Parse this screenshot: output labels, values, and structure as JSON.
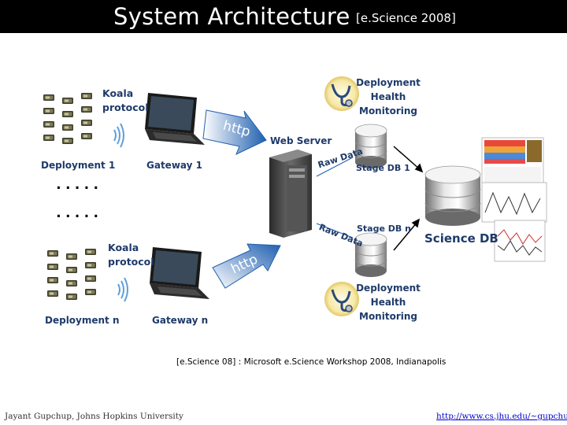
{
  "title": {
    "main": "System Architecture",
    "sub": "[e.Science 2008]"
  },
  "deployment_top": {
    "protocol": "Koala\nprotocol",
    "deployment_label": "Deployment 1",
    "gateway_label": "Gateway 1",
    "http_label": "http"
  },
  "deployment_bottom": {
    "protocol": "Koala\nprotocol",
    "deployment_label": "Deployment n",
    "gateway_label": "Gateway n",
    "http_label": "http"
  },
  "ellipsis": ".....",
  "web_server_label": "Web Server",
  "health_top": "Deployment\nHealth\nMonitoring",
  "health_bottom": "Deployment\nHealth\nMonitoring",
  "stage_db_1": "Stage DB 1",
  "stage_db_n": "Stage DB n",
  "raw_data_top": "Raw Data",
  "raw_data_bottom": "Raw Data",
  "science_db": "Science DB",
  "caption": "[e.Science 08] : Microsoft e.Science Workshop 2008, Indianapolis",
  "footer": {
    "author": "Jayant Gupchup, Johns Hopkins University",
    "url": "http://www.cs.jhu.edu/~gupchup"
  },
  "colors": {
    "label_blue": "#1f3a6a",
    "arrow_blue": "#1f5fb0",
    "title_bg": "#000000"
  }
}
